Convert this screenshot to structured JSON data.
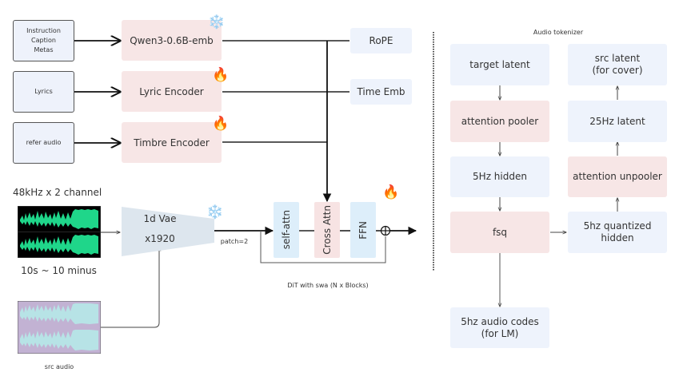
{
  "inputs": [
    {
      "label": "Instruction\nCaption\nMetas"
    },
    {
      "label": "Lyrics"
    },
    {
      "label": "refer audio"
    }
  ],
  "encoders": [
    {
      "label": "Qwen3-0.6B-emb",
      "status_icon": "snowflake-icon",
      "glyph": "❄️"
    },
    {
      "label": "Lyric Encoder",
      "status_icon": "fire-icon",
      "glyph": "🔥"
    },
    {
      "label": "Timbre Encoder",
      "status_icon": "fire-icon",
      "glyph": "🔥"
    }
  ],
  "conditions": [
    {
      "label": "RoPE"
    },
    {
      "label": "Time Emb"
    }
  ],
  "audio": {
    "target_caption": "48kHz x 2 channel",
    "duration_caption": "10s ~ 10 minus",
    "src_caption": "src audio",
    "waveform_color": "#1fd68a",
    "src_wave_colors": [
      "#b7e3e6",
      "#c2b2d3"
    ]
  },
  "vae": {
    "line1": "1d Vae",
    "line2": "x1920",
    "glyph": "❄️",
    "patch_label": "patch=2"
  },
  "dit": {
    "blocks": [
      "self-attn",
      "Cross Attn",
      "FFN"
    ],
    "glyph": "🔥",
    "add_symbol": "⊕",
    "caption": "DiT with swa (N x Blocks)"
  },
  "tokenizer": {
    "title": "Audio tokenizer",
    "left": [
      {
        "label": "target latent",
        "type": "blue"
      },
      {
        "label": "attention pooler",
        "type": "pink"
      },
      {
        "label": "5Hz hidden",
        "type": "blue"
      },
      {
        "label": "fsq",
        "type": "pink"
      }
    ],
    "right": [
      {
        "label": "src latent\n(for cover)",
        "type": "blue"
      },
      {
        "label": "25Hz latent",
        "type": "blue"
      },
      {
        "label": "attention unpooler",
        "type": "pink"
      },
      {
        "label": "5hz quantized\nhidden",
        "type": "blue"
      }
    ],
    "codes": {
      "label": "5hz audio codes\n(for LM)",
      "type": "blue"
    }
  },
  "colors": {
    "pink": "#f7e6e6",
    "blue": "#eef3fc",
    "dit_bg": "#e4ebf2",
    "self_attn": "#ddeefa",
    "ffn": "#ddeefa",
    "cross_attn": "#f7e3e3",
    "vae": "#dde6ee"
  }
}
